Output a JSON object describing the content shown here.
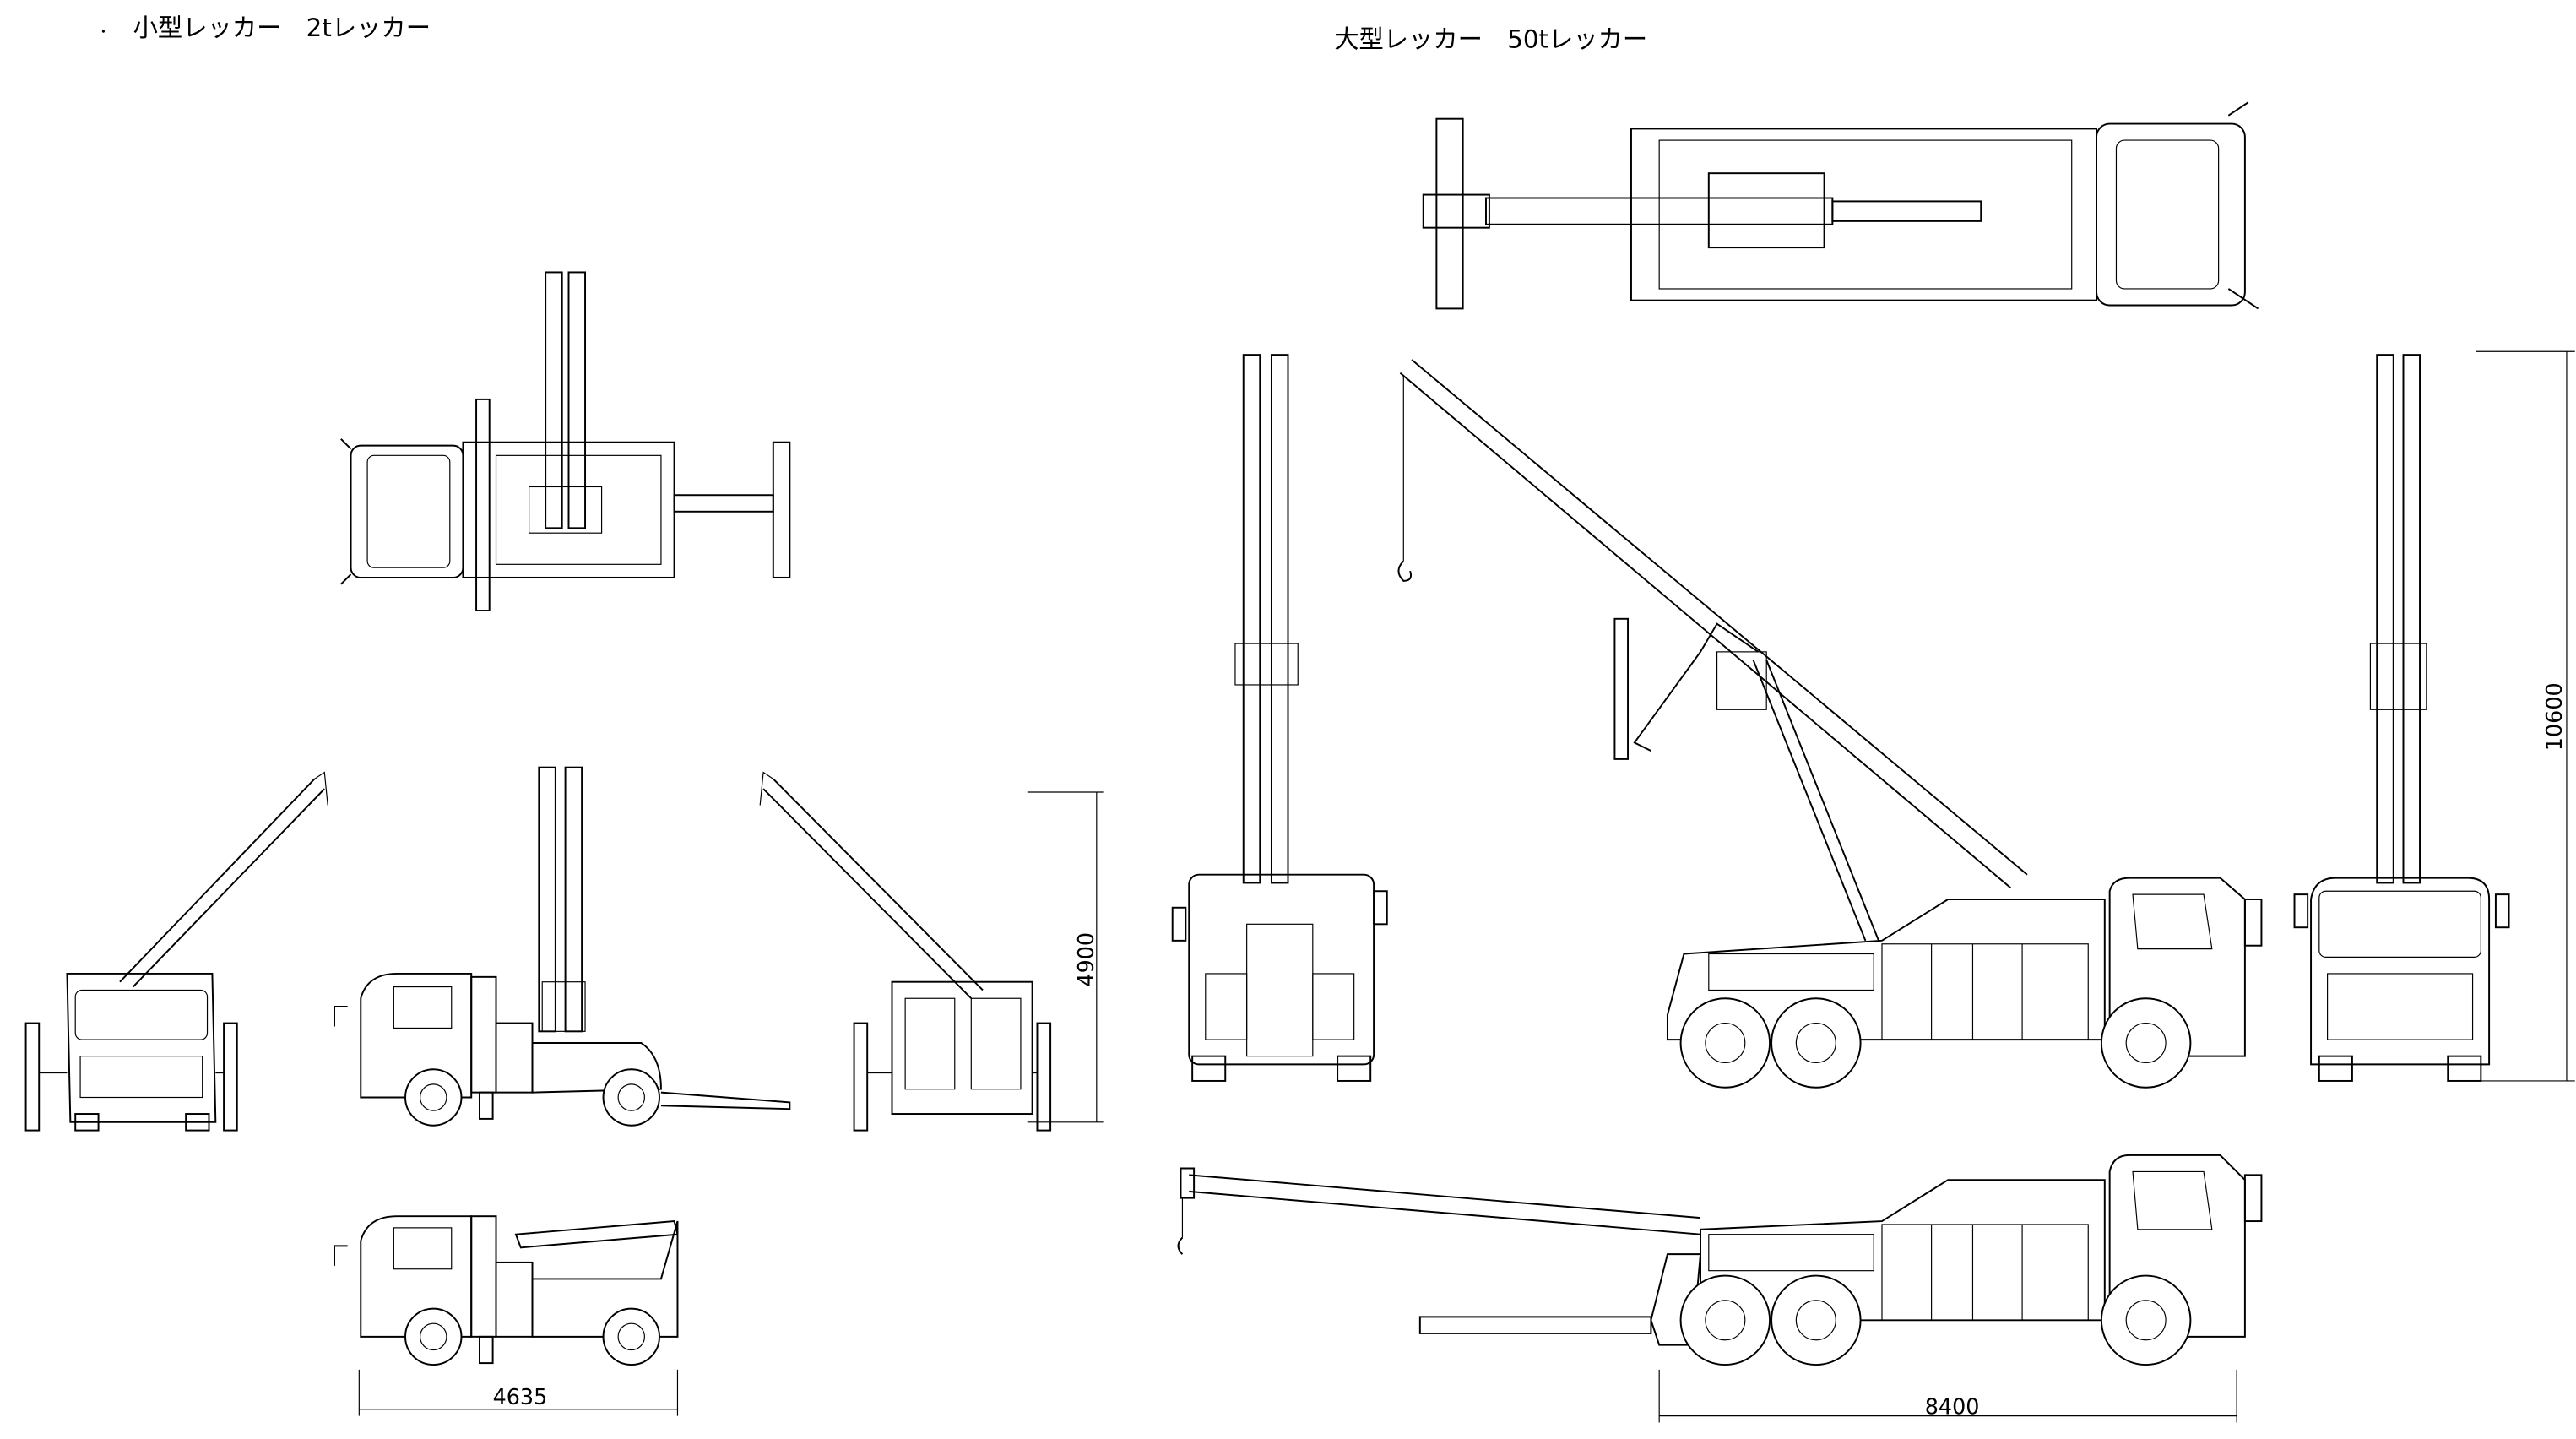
{
  "titles": {
    "small": "小型レッカー　2tレッカー",
    "large": "大型レッカー　50tレッカー"
  },
  "dimensions": {
    "small_length": "4635",
    "small_height": "4900",
    "large_length": "8400",
    "large_height": "10600"
  },
  "colors": {
    "line": "#000000",
    "background": "#ffffff"
  }
}
